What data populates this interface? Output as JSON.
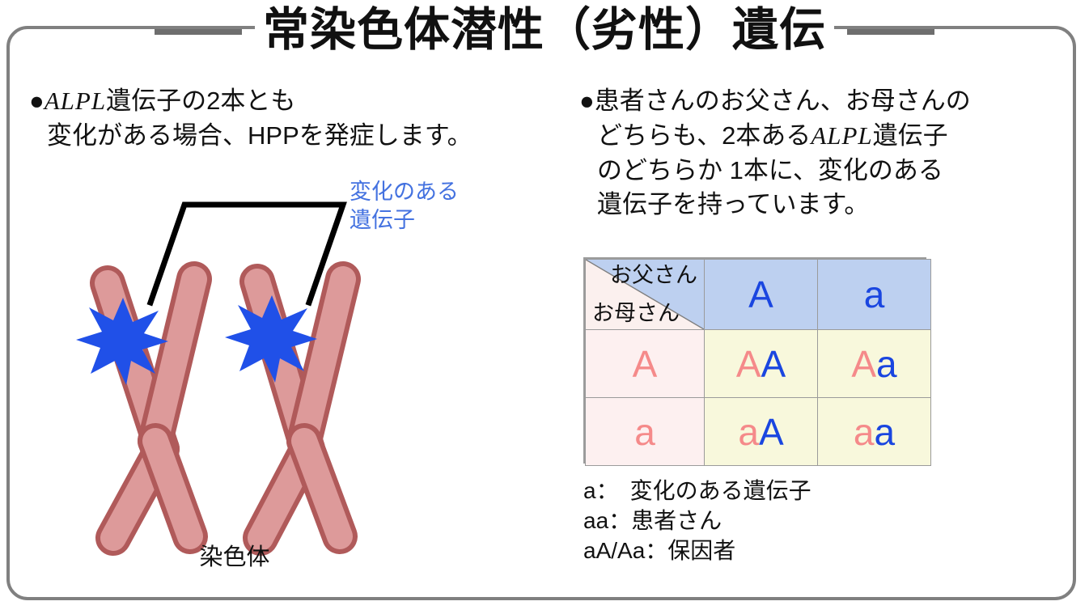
{
  "title": "常染色体潜性（劣性）遺伝",
  "left_block": {
    "bullet": "●",
    "line1_pre": "ALPL",
    "line1_post": "遺伝子の2本とも",
    "line2": "変化がある場合、HPPを発症します。",
    "full_text": "●ALPL遺伝子の2本とも\n変化がある場合、HPPを発症します。"
  },
  "right_block": {
    "bullet": "●",
    "line1": "患者さんのお父さん、お母さんの",
    "line2_pre": "どちらも、2本ある",
    "line2_gene": "ALPL",
    "line2_post": "遺伝子",
    "line3": "のどちらか 1本に、変化のある",
    "line4": "遺伝子を持っています。"
  },
  "chromosome_figure": {
    "mutation_label": "変化のある\n遺伝子",
    "caption": "染色体",
    "chromosome_count": 2,
    "marker_count": 2,
    "marker_name": "mutation-starburst",
    "colors": {
      "chromosome_fill": "#dd9a9a",
      "chromosome_stroke": "#b05a5a",
      "starburst": "#2050e8",
      "label_text": "#4472e0",
      "leader_line": "#000000"
    }
  },
  "punnett": {
    "corner": {
      "father_label": "お父さん",
      "mother_label": "お母さん"
    },
    "father_gametes": [
      "A",
      "a"
    ],
    "mother_gametes": [
      "A",
      "a"
    ],
    "offspring": [
      [
        {
          "mother": "A",
          "father": "A"
        },
        {
          "mother": "A",
          "father": "a"
        }
      ],
      [
        {
          "mother": "a",
          "father": "A"
        },
        {
          "mother": "a",
          "father": "a"
        }
      ]
    ],
    "colors": {
      "father_header": "#bdd0f0",
      "mother_header": "#fdf0f0",
      "offspring_cell": "#f8f8dc",
      "father_text": "#1a46e0",
      "mother_text": "#f58a8a",
      "grid_line": "#9b9b9b"
    }
  },
  "legend": {
    "line1": "a：　変化のある遺伝子",
    "line2": "aa：患者さん",
    "line3": "aA/Aa：保因者",
    "full_text": "a：　変化のある遺伝子\naa：患者さん\naA/Aa：保因者"
  },
  "frame": {
    "border_color": "#808080",
    "rule_color": "#6e6e6e"
  }
}
